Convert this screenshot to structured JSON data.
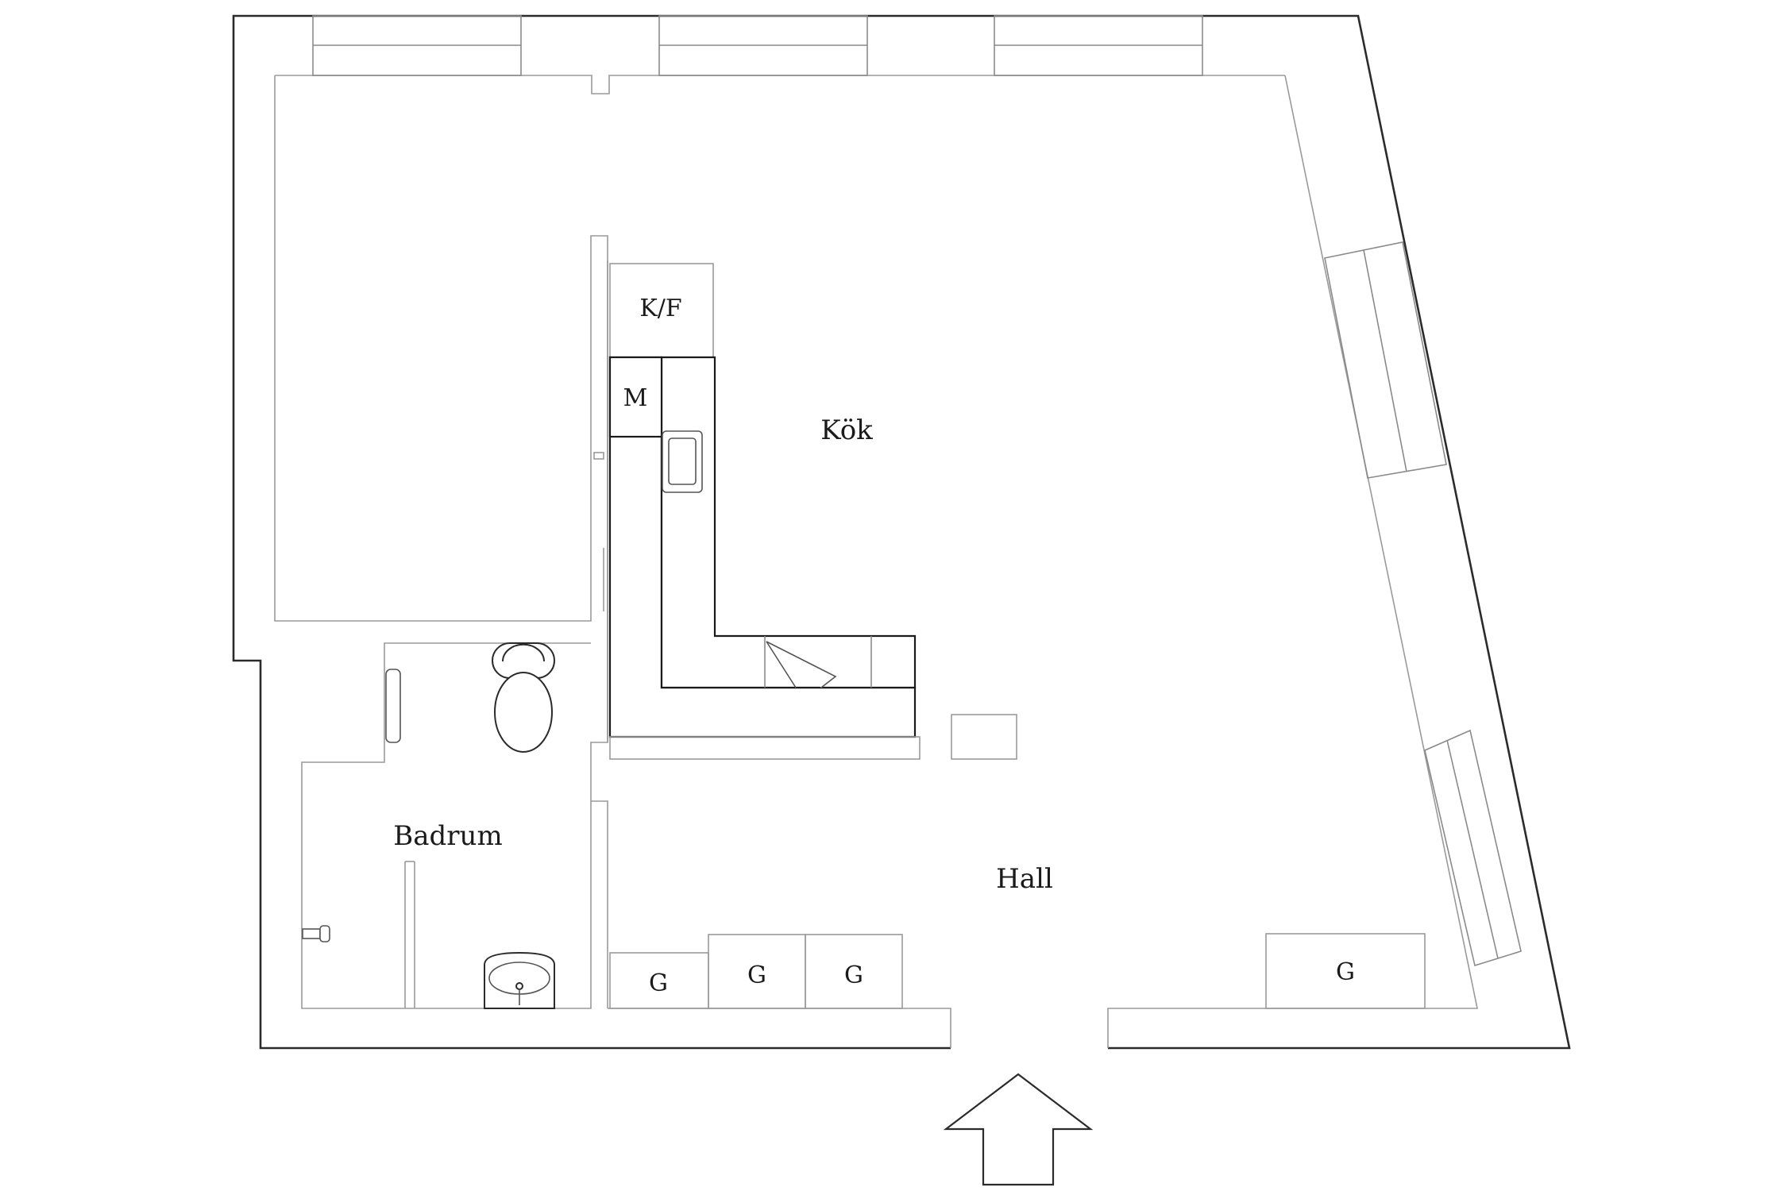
{
  "rooms": {
    "kitchen": "Kök",
    "hall": "Hall",
    "bathroom": "Badrum"
  },
  "units": {
    "fridge_freezer": "K/F",
    "microwave": "M",
    "wardrobe": "G"
  },
  "entrance_icon": "up-arrow-icon"
}
